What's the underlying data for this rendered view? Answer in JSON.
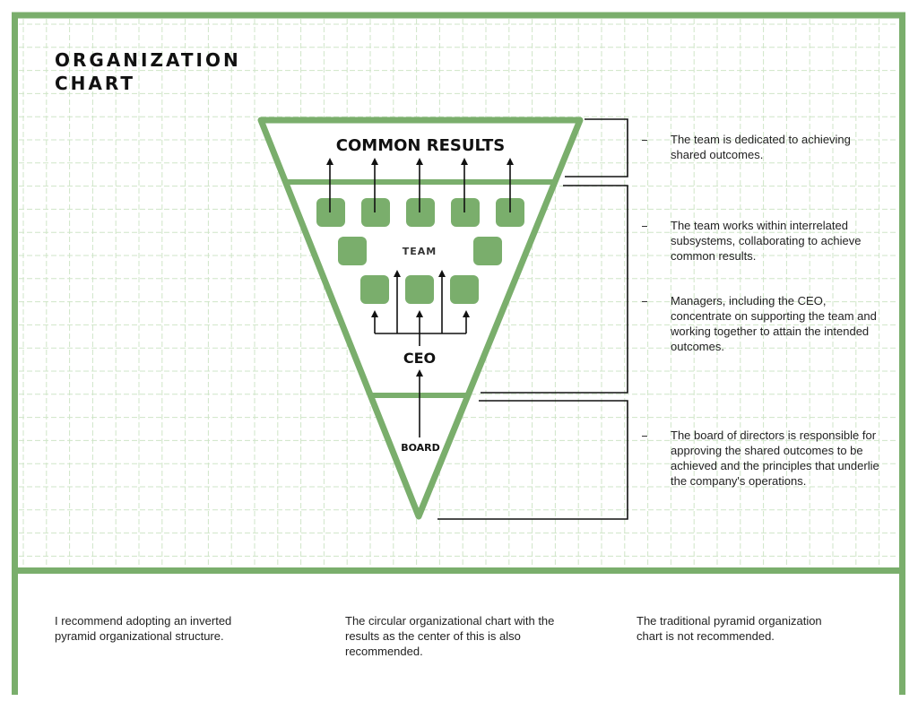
{
  "page": {
    "title_line1": "ORGANIZATION",
    "title_line2": "CHART"
  },
  "diagram": {
    "top_label": "COMMON RESULTS",
    "team_label": "TEAM",
    "ceo_label": "CEO",
    "board_label": "BOARD",
    "colors": {
      "green": "#7aae6c",
      "grid": "#cfe5c8",
      "line": "#111111"
    }
  },
  "notes": [
    {
      "bullet": "-",
      "text": "The team is dedicated to achieving shared outcomes."
    },
    {
      "bullet": "-",
      "text": "The team works within interrelated subsystems, collaborating to achieve common results."
    },
    {
      "bullet": "-",
      "text": "Managers, including the CEO, concentrate on supporting the team and working together to attain the intended outcomes."
    },
    {
      "bullet": "-",
      "text": "The board of directors is responsible for approving the shared outcomes to be achieved and the principles that underlie the company's operations."
    }
  ],
  "footer": [
    {
      "text": "I recommend adopting an inverted pyramid organizational structure."
    },
    {
      "text": "The circular organizational chart with the results as the center of this is also recommended."
    },
    {
      "text": "The traditional pyramid organization chart is not recommended."
    }
  ]
}
